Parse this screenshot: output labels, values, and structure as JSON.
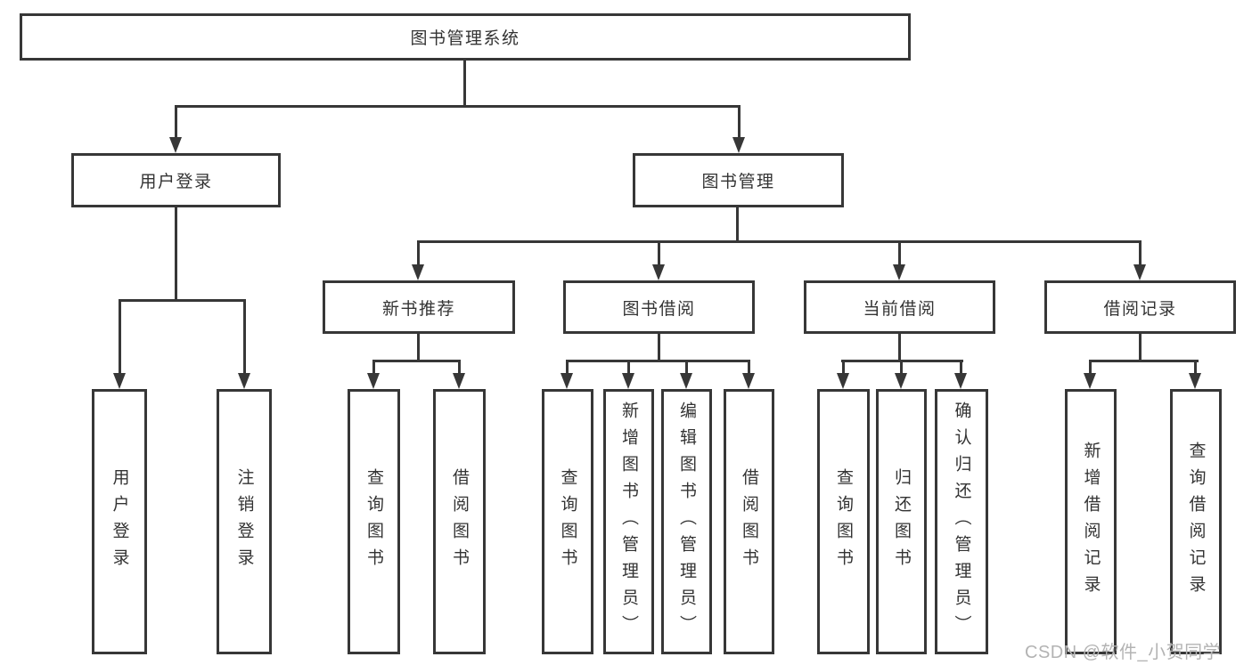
{
  "tree": {
    "root": {
      "label": "图书管理系统"
    },
    "branches": [
      {
        "label": "用户登录",
        "children": [
          {
            "label": "用户登录"
          },
          {
            "label": "注销登录"
          }
        ]
      },
      {
        "label": "图书管理",
        "children": [
          {
            "label": "新书推荐",
            "children": [
              {
                "label": "查询图书"
              },
              {
                "label": "借阅图书"
              }
            ]
          },
          {
            "label": "图书借阅",
            "children": [
              {
                "label": "查询图书"
              },
              {
                "label": "新增图书（管理员）"
              },
              {
                "label": "编辑图书（管理员）"
              },
              {
                "label": "借阅图书"
              }
            ]
          },
          {
            "label": "当前借阅",
            "children": [
              {
                "label": "查询图书"
              },
              {
                "label": "归还图书"
              },
              {
                "label": "确认归还（管理员）"
              }
            ]
          },
          {
            "label": "借阅记录",
            "children": [
              {
                "label": "新增借阅记录"
              },
              {
                "label": "查询借阅记录"
              }
            ]
          }
        ]
      }
    ]
  },
  "watermark": {
    "text": "CSDN @软件_小贺同学"
  },
  "colors": {
    "line": "#373737",
    "text": "#333333",
    "watermark": "#b3b3b3",
    "background": "#ffffff"
  }
}
